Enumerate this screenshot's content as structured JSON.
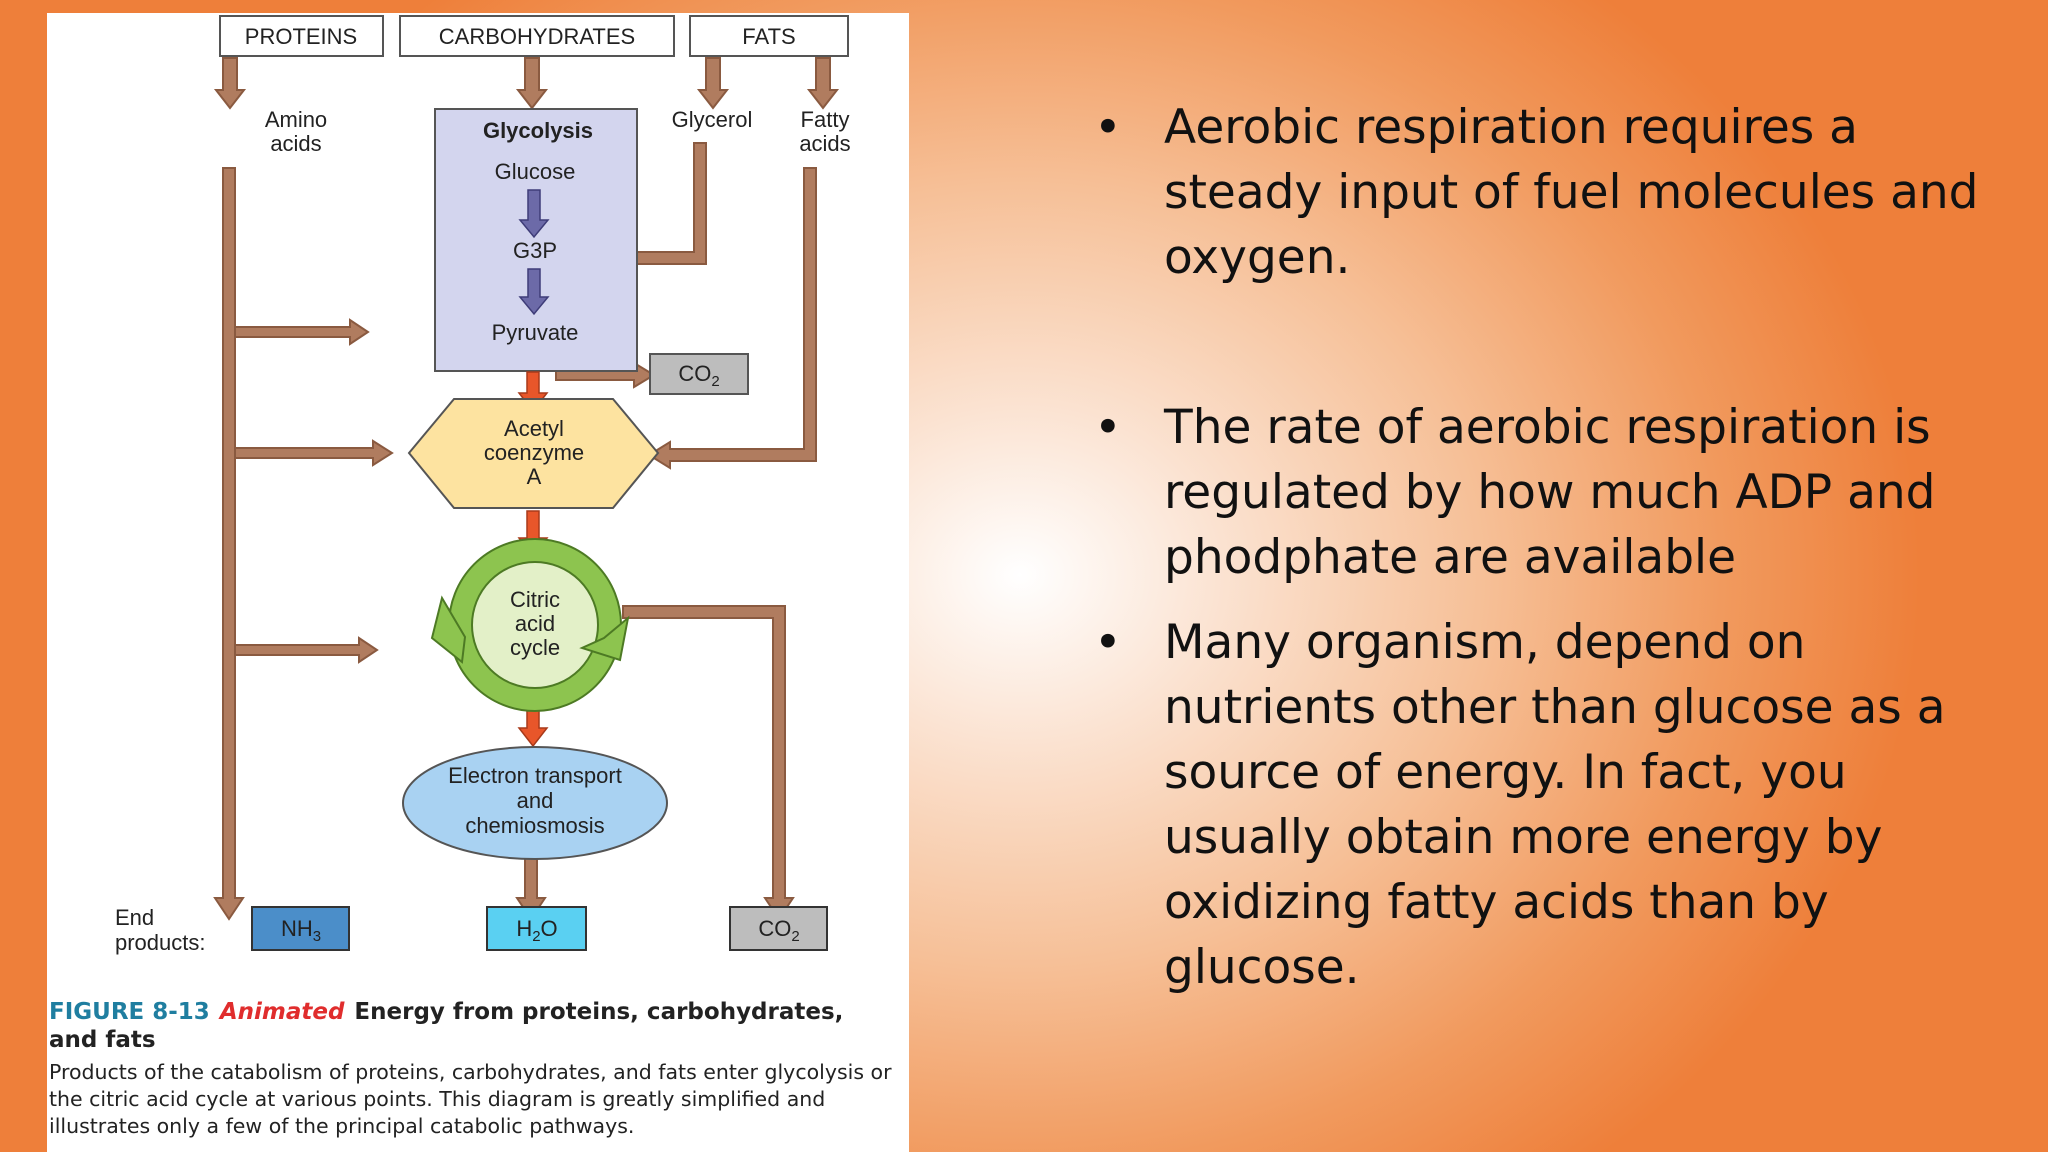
{
  "figure": {
    "sources": {
      "proteins": "PROTEINS",
      "carbohydrates": "CARBOHYDRATES",
      "fats": "FATS"
    },
    "amino_acids": [
      "Amino",
      "acids"
    ],
    "glycerol": "Glycerol",
    "fatty_acids": [
      "Fatty",
      "acids"
    ],
    "glycolysis": {
      "title": "Glycolysis",
      "glucose": "Glucose",
      "g3p": "G3P",
      "pyruvate": "Pyruvate"
    },
    "co2_top": {
      "main": "CO",
      "sub": "2"
    },
    "acetyl_coa": [
      "Acetyl",
      "coenzyme",
      "A"
    ],
    "citric_cycle": [
      "Citric",
      "acid",
      "cycle"
    ],
    "electron_transport": [
      "Electron transport",
      "and",
      "chemiosmosis"
    ],
    "end_products_label": [
      "End",
      "products:"
    ],
    "nh3": {
      "main": "NH",
      "sub": "3"
    },
    "h2o": {
      "pre": "H",
      "sub": "2",
      "post": "O"
    },
    "co2_end": {
      "main": "CO",
      "sub": "2"
    },
    "caption": {
      "number": "FIGURE 8-13",
      "animated": "Animated",
      "title": "Energy from proteins, carbohydrates, and fats",
      "body": "Products of the catabolism of proteins, carbohydrates, and fats enter glycolysis or the citric acid cycle at various points. This diagram is greatly simplified and illustrates only a few of the principal catabolic pathways."
    },
    "colors": {
      "brown_arrow": "#b07c5f",
      "orange_arrow": "#e8562a",
      "purple_arrow": "#6c6aa8",
      "glycolysis_box": "#d3d5ee",
      "hexagon": "#fde3a0",
      "cycle_ring": "#8dc44f",
      "electron_oval": "#a9d2f2",
      "nh3_box": "#4b8ec9",
      "h2o_box": "#5ad0f2",
      "co2_box": "#bdbdbd",
      "caption_figure_number": "#1f7ea0",
      "caption_animated": "#e02d2d"
    }
  },
  "bullets": [
    "Aerobic respiration requires a steady input of fuel molecules and oxygen.",
    "The rate of aerobic respiration is regulated by how much ADP and phodphate are available",
    "Many organism, depend on nutrients other than glucose as a source of energy. In fact, you usually obtain more energy by oxidizing fatty acids than by glucose."
  ]
}
